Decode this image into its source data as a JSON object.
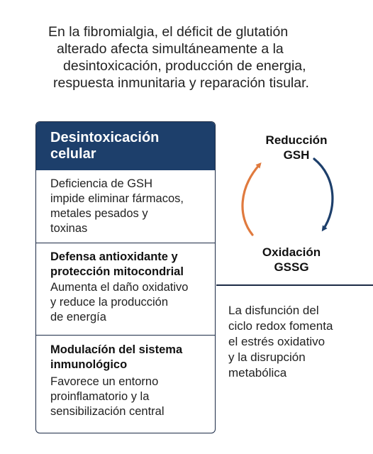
{
  "intro": {
    "lines": [
      "En la fibromialgia, el déficit de glutatión",
      "alterado afecta simultáneamente a la",
      "desintoxicación, producción de energia,",
      "respuesta inmunitaria y reparación tisular."
    ]
  },
  "card": {
    "header": [
      "Desintoxicación",
      "celular"
    ],
    "sections": [
      {
        "title": [],
        "body": [
          "Deficiencia de GSH",
          "impide eliminar fármacos,",
          "metales pesados y",
          "toxinas"
        ]
      },
      {
        "title": [
          "Defensa antioxidante y",
          "protección mitocondrial"
        ],
        "body": [
          "Aumenta el daño oxidativo",
          "y reduce la producción",
          "de energía"
        ]
      },
      {
        "title": [
          "Modulacíón del sistema",
          "inmunológico"
        ],
        "body": [
          "Favorece un entorno",
          "proinflamatorio y la",
          "sensibilización central"
        ]
      }
    ]
  },
  "cycle": {
    "top_label": [
      "Reducción",
      "GSH"
    ],
    "bottom_label": [
      "Oxidación",
      "GSSG"
    ],
    "arrow_colors": {
      "reduction_to_oxidation": "#1d3f6b",
      "oxidation_to_reduction": "#e07a3e"
    }
  },
  "note": {
    "lines": [
      "La disfunción del",
      "ciclo redox fomenta",
      "el estrés oxidativo",
      "y la disrupción",
      "metabólica"
    ]
  },
  "colors": {
    "header_bg": "#1d3f6b",
    "border": "#1c2b46",
    "accent_orange": "#e07a3e"
  }
}
